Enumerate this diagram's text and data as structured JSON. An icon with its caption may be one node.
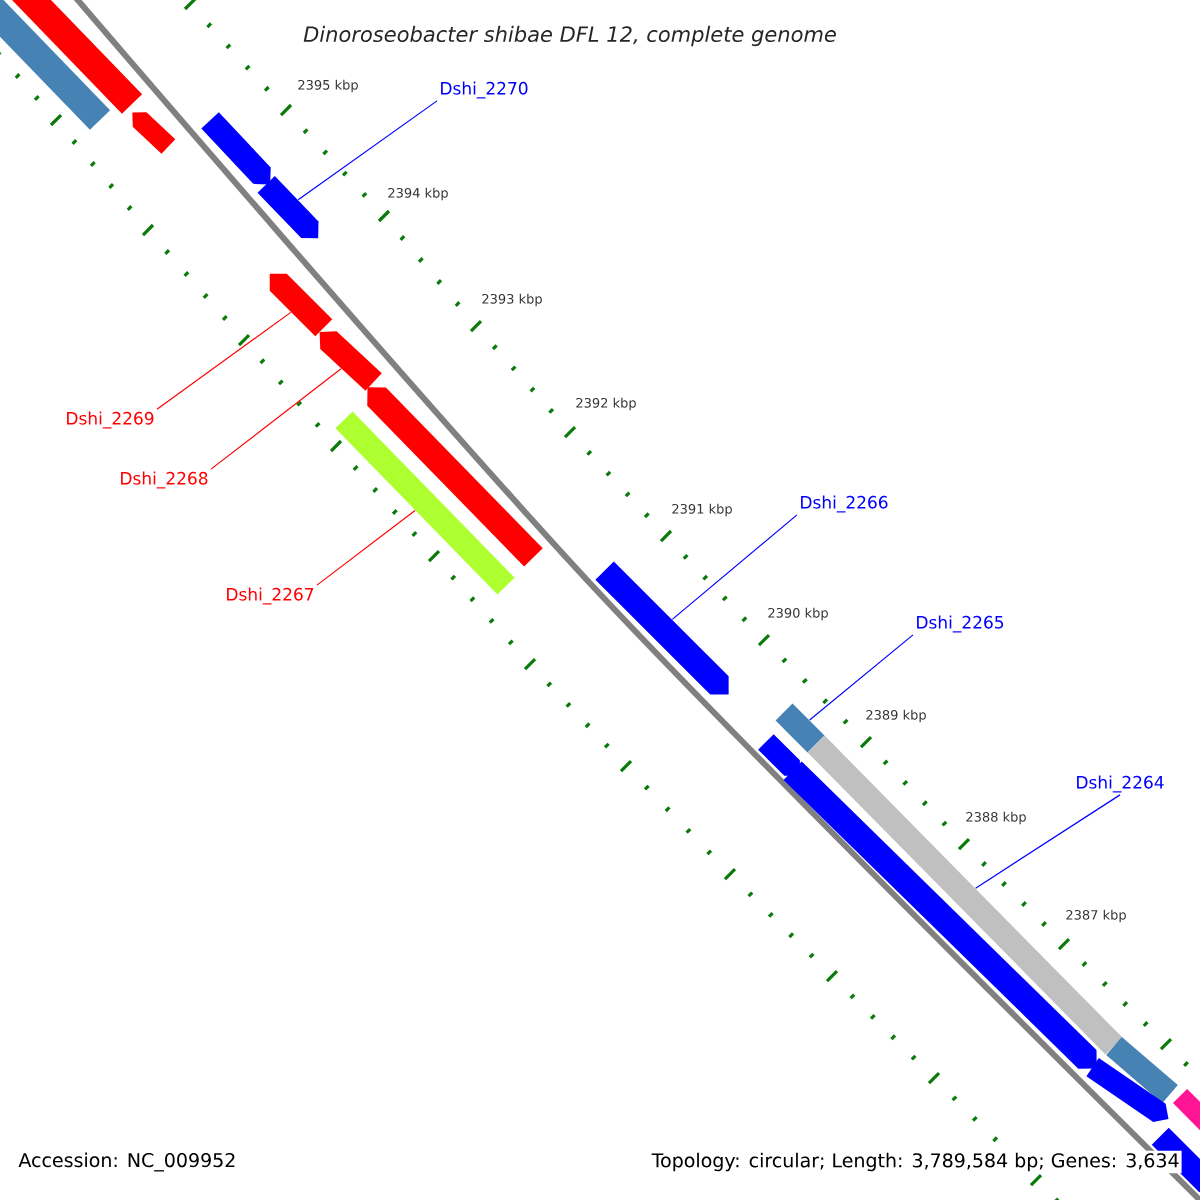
{
  "diagram": {
    "title": "Dinoroseobacter shibae DFL 12, complete genome",
    "nodes": [
      {
        "text": [],
        "shape": "bar"
      },
      {
        "text": [],
        "shape": "bar"
      },
      {
        "text": [],
        "shape": "pentagon"
      },
      {
        "text": [],
        "shape": "pentagon"
      },
      {
        "text": [],
        "shape": "pentagon"
      },
      {
        "text": [],
        "shape": "pentagon"
      },
      {
        "text": [],
        "shape": "pentagon"
      },
      {
        "text": [],
        "shape": "pentagon"
      },
      {
        "text": [],
        "shape": "bar"
      },
      {
        "text": [],
        "shape": "pentagon"
      },
      {
        "text": [],
        "shape": "bar"
      },
      {
        "text": [],
        "shape": "bar"
      },
      {
        "text": [],
        "shape": "bar"
      },
      {
        "text": [],
        "shape": "pentagon"
      },
      {
        "text": [],
        "shape": "pentagon"
      },
      {
        "text": [],
        "shape": "pentagon"
      },
      {
        "text": [],
        "shape": "pentagon"
      },
      {
        "text": [],
        "shape": "bar"
      },
      {
        "text": [
          "Dshi_2270"
        ]
      },
      {
        "text": [
          "Dshi_2269"
        ]
      },
      {
        "text": [
          "Dshi_2268"
        ]
      },
      {
        "text": [
          "Dshi_2267"
        ]
      },
      {
        "text": [
          "Dshi_2266"
        ]
      },
      {
        "text": [
          "Dshi_2265"
        ]
      },
      {
        "text": [
          "Dshi_2264"
        ]
      }
    ],
    "edges": [
      {
        "from": 18,
        "to": 4,
        "arrow": "none"
      },
      {
        "from": 19,
        "to": 5,
        "arrow": "none",
        "color": "#ff0000"
      },
      {
        "from": 20,
        "to": 6,
        "arrow": "none",
        "color": "#ff0000"
      },
      {
        "from": 21,
        "to": 8,
        "arrow": "none",
        "color": "#ff0000"
      },
      {
        "from": 22,
        "to": 9,
        "arrow": "none"
      },
      {
        "from": 23,
        "to": 10,
        "arrow": "none"
      },
      {
        "from": 24,
        "to": 11,
        "arrow": "none"
      }
    ],
    "labels": [
      "2395 kbp",
      "2394 kbp",
      "2393 kbp",
      "2392 kbp",
      "2391 kbp",
      "2390 kbp",
      "2389 kbp",
      "2388 kbp",
      "2387 kbp",
      "Accession: NC_009952",
      "Topology: circular; Length: 3,789,584 bp; Genes: 3,634"
    ]
  }
}
